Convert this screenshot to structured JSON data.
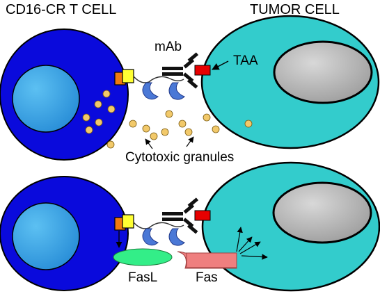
{
  "labels": {
    "t_cell": "CD16-CR T CELL",
    "tumor_cell": "TUMOR CELL",
    "mab": "mAb",
    "taa": "TAA",
    "granules": "Cytotoxic granules",
    "fasl": "FasL",
    "fas": "Fas"
  },
  "colors": {
    "t_cell_body": "#0a0adc",
    "t_cell_nucleus": "#35a6e6",
    "tumor_body": "#33cccc",
    "tumor_nucleus": "#b8b8b8",
    "granule": "#f2c96a",
    "receptor_yellow": "#ffff33",
    "receptor_orange": "#f07a10",
    "cd16_domain": "#4a78d6",
    "taa_red": "#e60000",
    "fasl_green": "#33ee88",
    "fas_pink": "#ef7f7f"
  }
}
